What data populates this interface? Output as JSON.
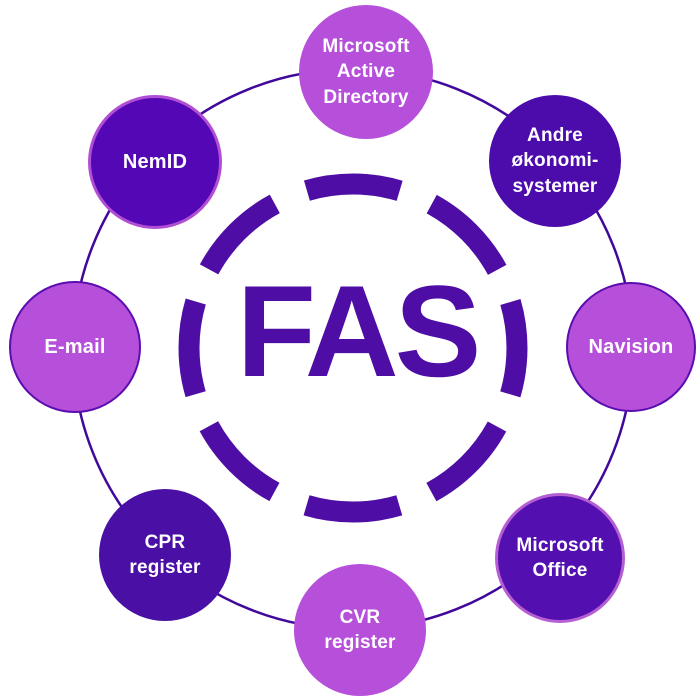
{
  "diagram": {
    "center": {
      "label": "FAS",
      "color": "#4E0DA4"
    },
    "colors": {
      "background": "#FFFFFF",
      "connector_ring": "#40089B",
      "dashed_ring": "#4E0DA4",
      "light_purple": "#B650DA",
      "dark_purple": "#4C0CAC",
      "node_text": "#FFFFFF"
    },
    "nodes": [
      {
        "id": "microsoft-active-directory",
        "label": "Microsoft\nActive\nDirectory",
        "fill": "#B650DA",
        "border": "",
        "border_width": 0,
        "text_color": "#FFFFFF",
        "position": "top"
      },
      {
        "id": "andre-okonomisystemer",
        "label": "Andre\nøkonomi-\nsystemer",
        "fill": "#4C0CAC",
        "border": "",
        "border_width": 0,
        "text_color": "#FFFFFF",
        "position": "top-right"
      },
      {
        "id": "navision",
        "label": "Navision",
        "fill": "#B650DA",
        "border": "#5A0DB0",
        "border_width": 2,
        "text_color": "#FFFFFF",
        "position": "right"
      },
      {
        "id": "microsoft-office",
        "label": "Microsoft\nOffice",
        "fill": "#530FAF",
        "border": "#B55FD2",
        "border_width": 3,
        "text_color": "#FFFFFF",
        "position": "bottom-right"
      },
      {
        "id": "cvr-register",
        "label": "CVR\nregister",
        "fill": "#B650DA",
        "border": "",
        "border_width": 0,
        "text_color": "#FFFFFF",
        "position": "bottom"
      },
      {
        "id": "cpr-register",
        "label": "CPR\nregister",
        "fill": "#4A10A6",
        "border": "",
        "border_width": 0,
        "text_color": "#FFFFFF",
        "position": "bottom-left"
      },
      {
        "id": "e-mail",
        "label": "E-mail",
        "fill": "#B650DA",
        "border": "#5A0DB0",
        "border_width": 2,
        "text_color": "#FFFFFF",
        "position": "left"
      },
      {
        "id": "nemid",
        "label": "NemID",
        "fill": "#5407B4",
        "border": "#B14FD4",
        "border_width": 3,
        "text_color": "#FFFFFF",
        "position": "top-left"
      }
    ]
  }
}
